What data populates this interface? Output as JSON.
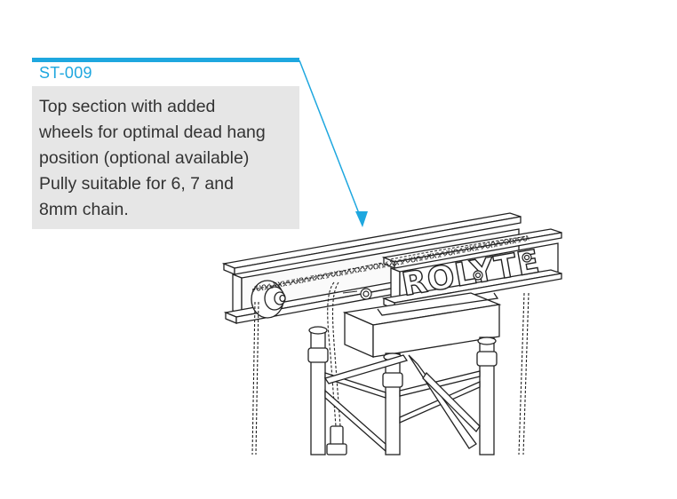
{
  "callout": {
    "code": "ST-009",
    "description": "Top section with added\nwheels for optimal dead hang\nposition (optional available)\nPully suitable for 6, 7 and\n8mm chain."
  },
  "drawing": {
    "brand_text": "ROLYTE"
  },
  "colors": {
    "accent": "#1ea7df",
    "box_background": "#e6e6e6",
    "text": "#333333",
    "line": "#222222"
  }
}
